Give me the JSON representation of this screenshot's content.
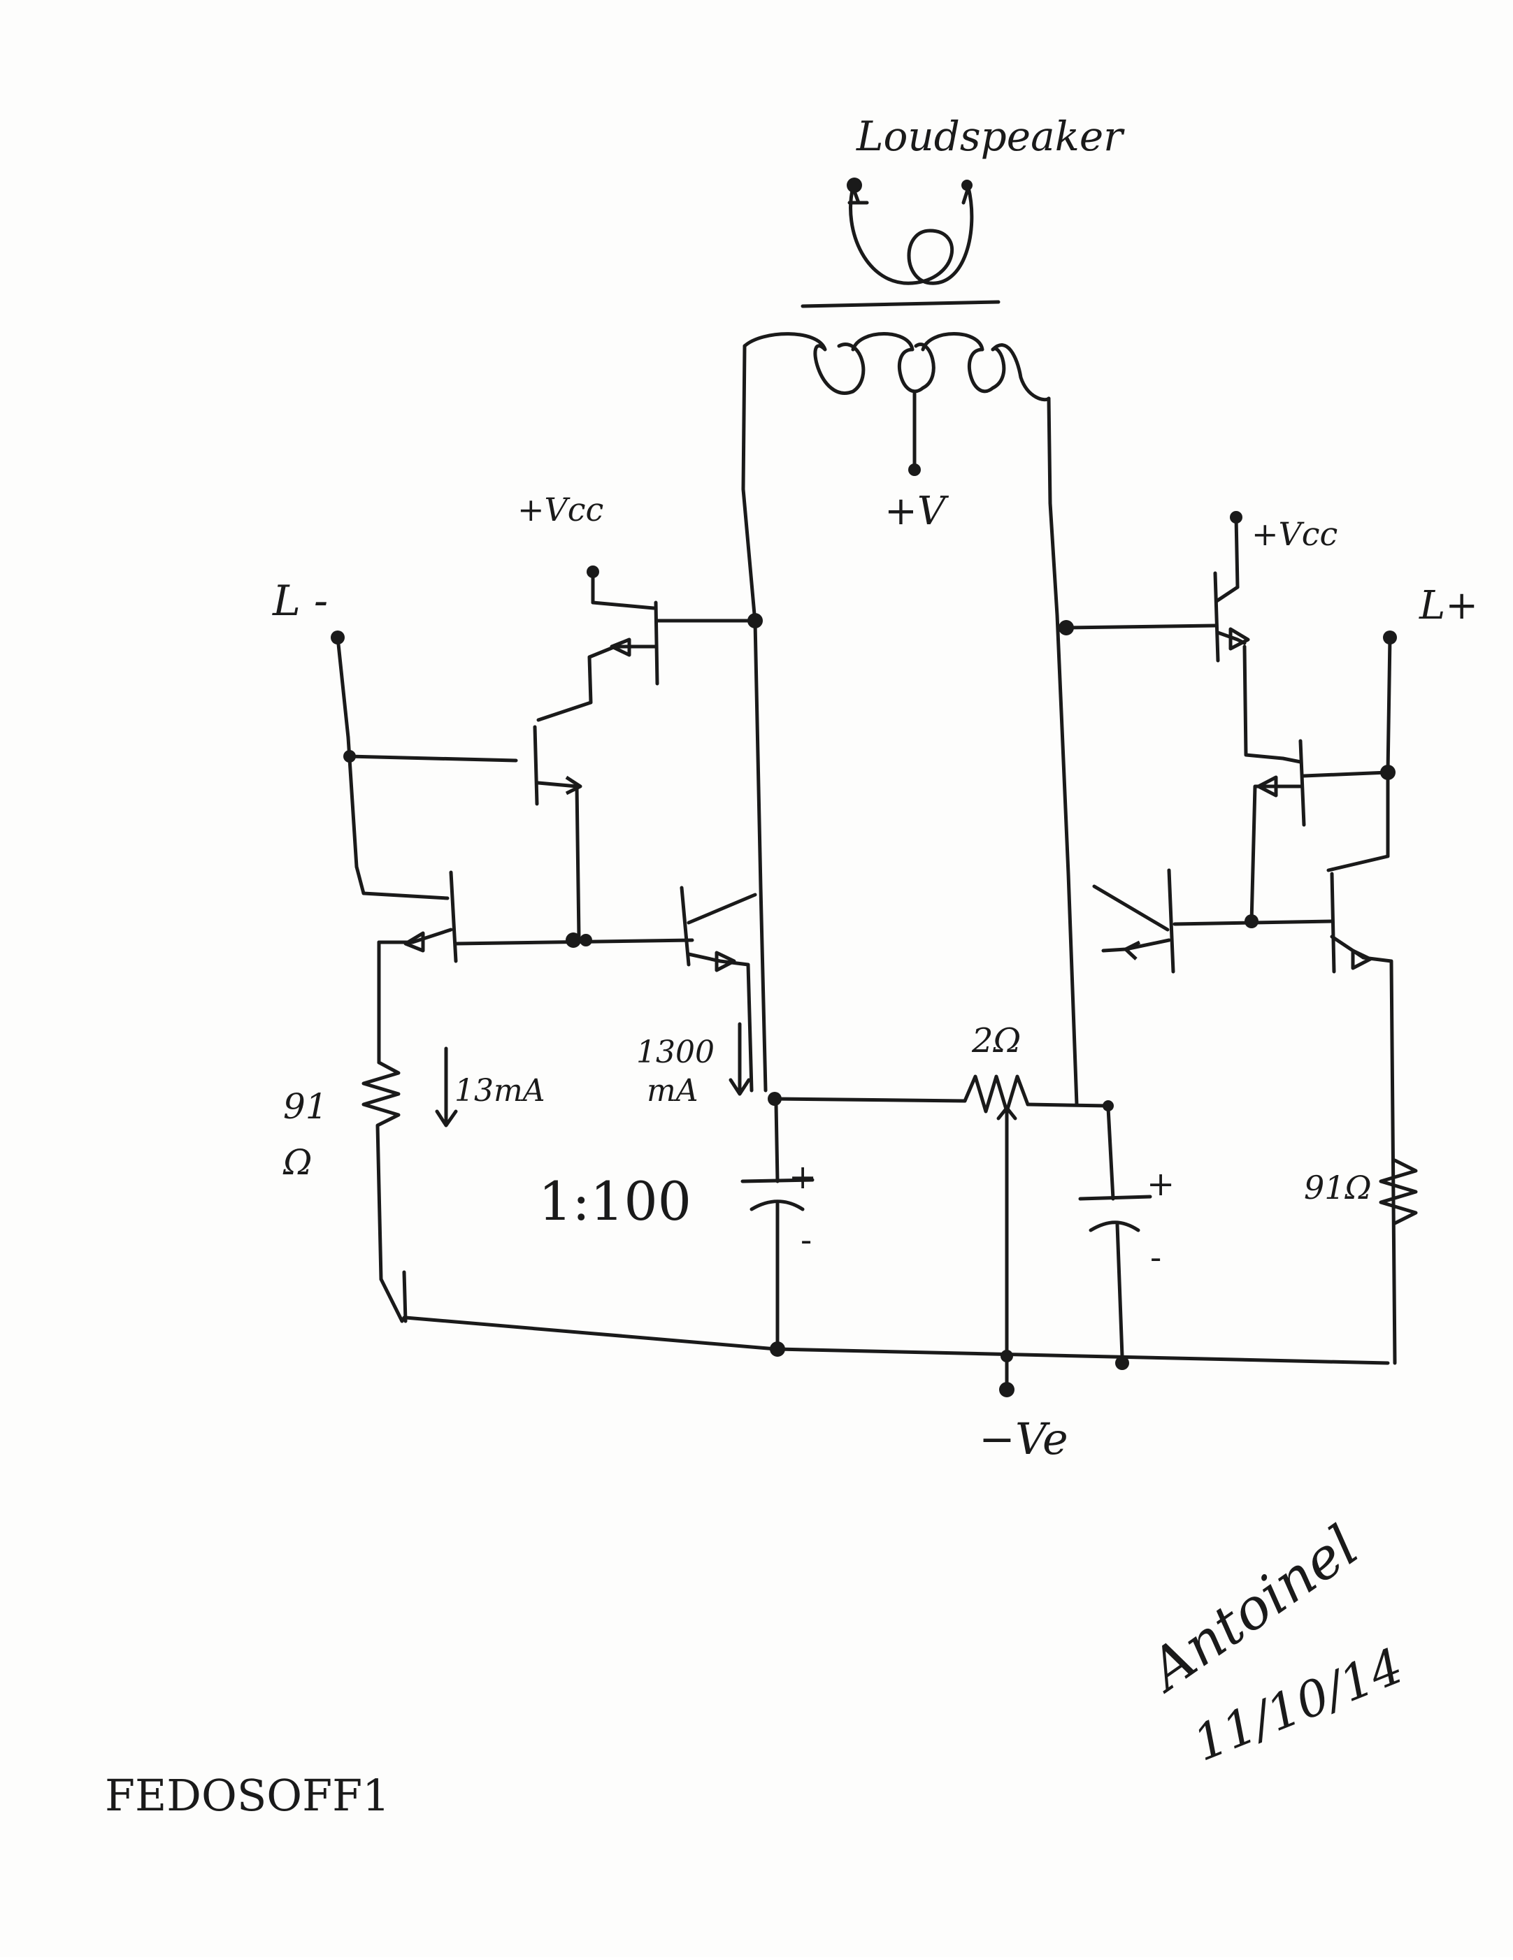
{
  "labels": {
    "loudspeaker": "Loudspeaker",
    "supply_center": "+V",
    "vcc_left": "+Vcc",
    "vcc_right": "+Vcc",
    "input_left": "L -",
    "input_right": "L+",
    "current_left": "13mA",
    "current_right_num": "1300",
    "current_right_unit": "mA",
    "pot_value": "2Ω",
    "ratio": "1:100",
    "res_left_num": "91",
    "res_left_unit": "Ω",
    "res_right": "91Ω",
    "cap_left_plus": "+",
    "cap_left_minus": "-",
    "cap_right_plus": "+",
    "cap_right_minus": "-",
    "neg_supply": "−Ve",
    "signature_name": "Antoinel",
    "signature_date": "11/10/14",
    "footer": "FEDOSOFF1"
  },
  "colors": {
    "ink": "#1a1a1a",
    "paper": "#fdfdfc"
  }
}
